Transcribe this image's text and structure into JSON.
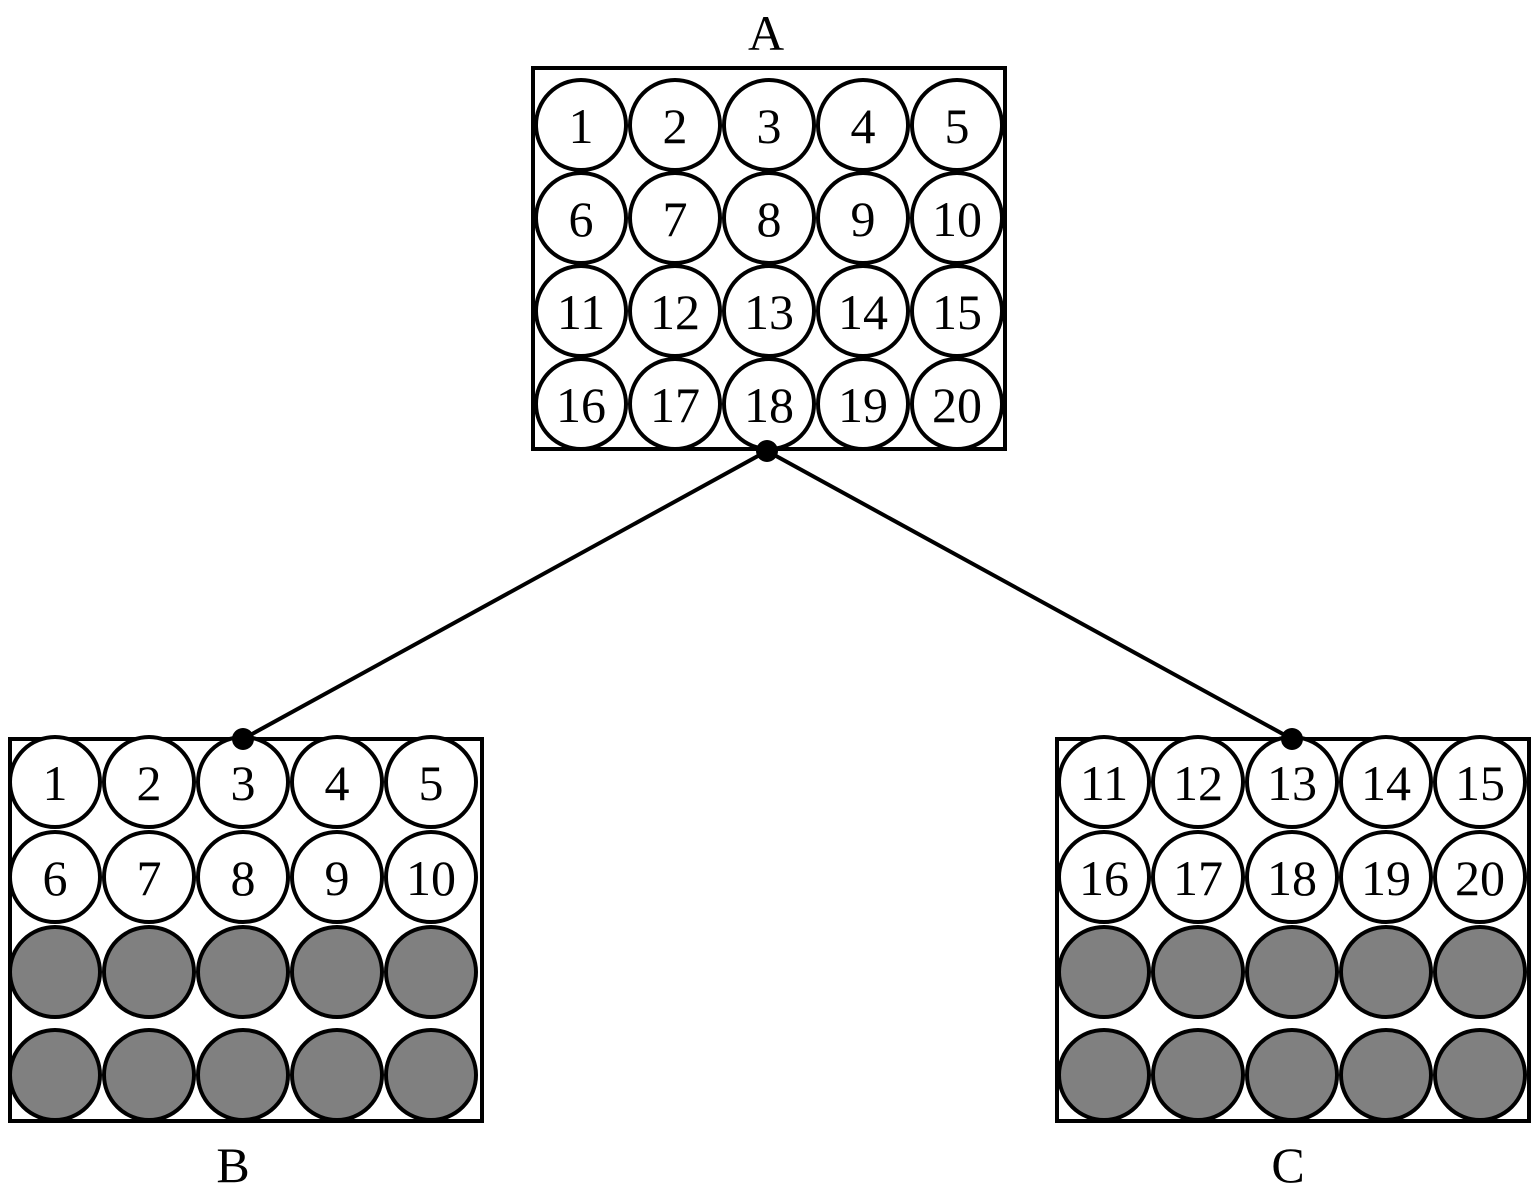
{
  "colors": {
    "stroke": "#000000",
    "empty_fill": "#ffffff",
    "filled_fill": "#808080"
  },
  "nodes": [
    {
      "id": "A",
      "label": "A",
      "cells": [
        [
          "1",
          "2",
          "3",
          "4",
          "5"
        ],
        [
          "6",
          "7",
          "8",
          "9",
          "10"
        ],
        [
          "11",
          "12",
          "13",
          "14",
          "15"
        ],
        [
          "16",
          "17",
          "18",
          "19",
          "20"
        ]
      ]
    },
    {
      "id": "B",
      "label": "B",
      "cells": [
        [
          "1",
          "2",
          "3",
          "4",
          "5"
        ],
        [
          "6",
          "7",
          "8",
          "9",
          "10"
        ],
        [
          null,
          null,
          null,
          null,
          null
        ],
        [
          null,
          null,
          null,
          null,
          null
        ]
      ]
    },
    {
      "id": "C",
      "label": "C",
      "cells": [
        [
          "11",
          "12",
          "13",
          "14",
          "15"
        ],
        [
          "16",
          "17",
          "18",
          "19",
          "20"
        ],
        [
          null,
          null,
          null,
          null,
          null
        ],
        [
          null,
          null,
          null,
          null,
          null
        ]
      ]
    }
  ],
  "edges": [
    {
      "from": "A",
      "to": "B"
    },
    {
      "from": "A",
      "to": "C"
    }
  ]
}
